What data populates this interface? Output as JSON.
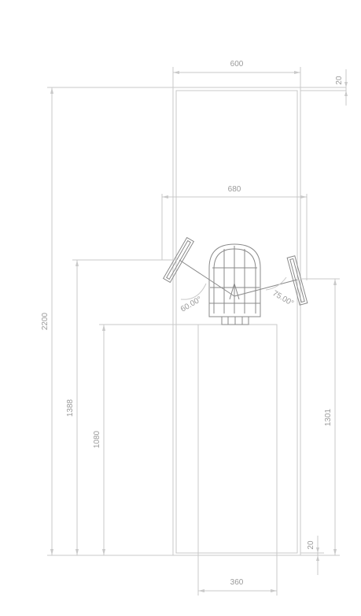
{
  "dimensions": {
    "top_width": "600",
    "top_offset": "20",
    "mid_width": "680",
    "total_height": "2200",
    "left_height": "1388",
    "stand_height": "1080",
    "right_height": "1301",
    "bottom_offset": "20",
    "bottom_width": "360"
  },
  "angles": {
    "left": "60.00°",
    "right": "75.00°"
  },
  "colors": {
    "line": "#c9c9c9",
    "dark": "#8a8a8a",
    "text": "#9a9a9a"
  }
}
